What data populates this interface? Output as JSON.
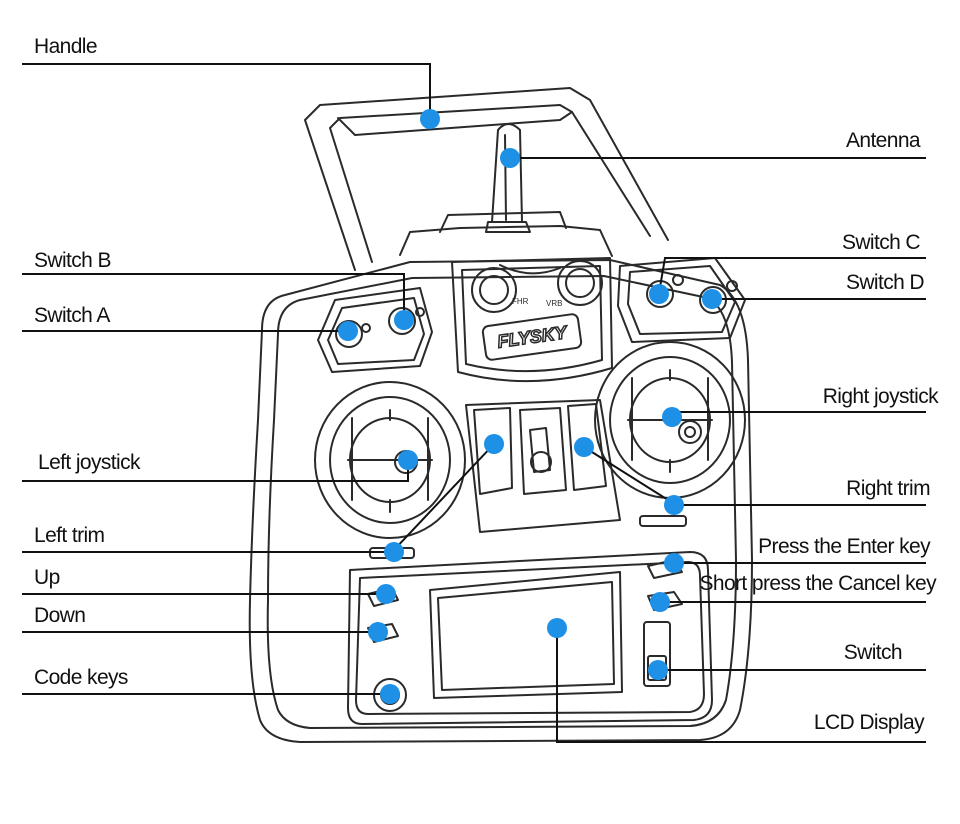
{
  "brand": {
    "logo_text": "FLYSKY",
    "knob_left": "FHR",
    "knob_right": "VRB"
  },
  "colors": {
    "dot": "#1e90e6",
    "outline": "#2a2a2a",
    "body": "#ffffff",
    "leader": "#111111"
  },
  "labels": {
    "handle": "Handle",
    "antenna": "Antenna",
    "switch_c": "Switch C",
    "switch_b": "Switch B",
    "switch_d": "Switch D",
    "switch_a": "Switch A",
    "right_joystick": "Right joystick",
    "left_joystick": "Left joystick",
    "right_trim": "Right trim",
    "left_trim": "Left trim",
    "enter_key": "Press the Enter key",
    "up": "Up",
    "cancel_key": "Short press the Cancel key",
    "down": "Down",
    "switch": "Switch",
    "code_keys": "Code keys",
    "lcd_display": "LCD Display"
  }
}
